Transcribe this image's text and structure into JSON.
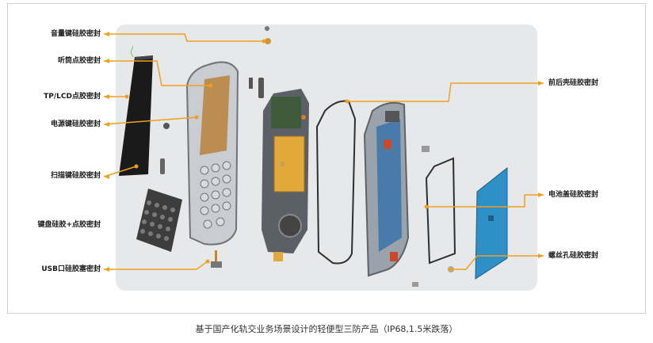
{
  "figure": {
    "labels_left": [
      "音量键硅胶密封",
      "听筒点胶密封",
      "TP/LCD点胶密封",
      "电源键硅胶密封",
      "扫描键硅胶密封",
      "键盘硅胶+点胶密封",
      "USB口硅胶塞密封"
    ],
    "labels_right": [
      "前后壳硅胶密封",
      "电池盖硅胶密封",
      "螺丝孔硅胶密封"
    ],
    "caption": "基于国产化轨交业务场景设计的轻便型三防产品（IP68,1.5米跌落）"
  },
  "colors": {
    "leader": "#f0a020",
    "background_panel": "#e7e8ea",
    "battery_cover": "#2f8fc7",
    "housing": "#9aa3ab",
    "battery": "#e2a93a"
  }
}
